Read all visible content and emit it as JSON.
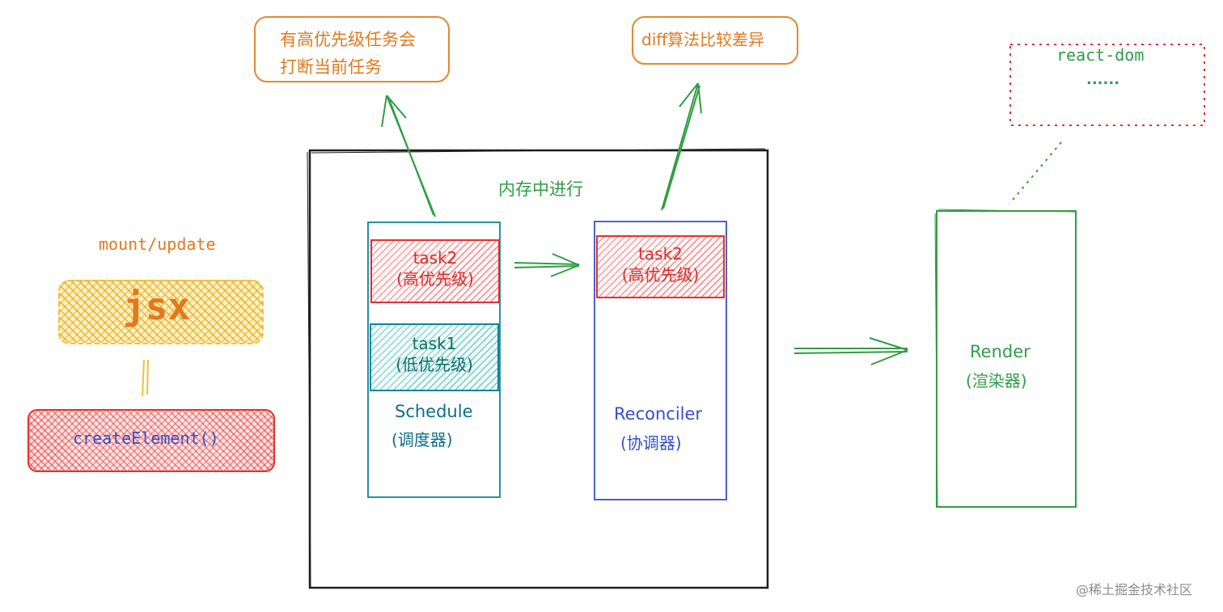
{
  "callouts": {
    "interrupt_line1": "有高优先级任务会",
    "interrupt_line2": "打断当前任务",
    "diff": "diff算法比较差异",
    "react_dom_line1": "react-dom",
    "react_dom_line2": "......"
  },
  "left": {
    "mount_update": "mount/update",
    "jsx": "jsx",
    "create_element": "createElement()"
  },
  "memory_box": {
    "label": "内存中进行"
  },
  "scheduler": {
    "task2_name": "task2",
    "task2_priority": "(高优先级)",
    "task1_name": "task1",
    "task1_priority": "(低优先级)",
    "name": "Schedule",
    "cn": "(调度器)"
  },
  "reconciler": {
    "task2_name": "task2",
    "task2_priority": "(高优先级)",
    "name": "Reconciler",
    "cn": "(协调器)"
  },
  "renderer": {
    "name": "Render",
    "cn": "(渲染器)"
  },
  "watermark": "@稀土掘金技术社区",
  "colors": {
    "orange": "#e07a1f",
    "green": "#2f9e44",
    "red": "#e03131",
    "teal": "#0c8599",
    "blue": "#364fc7",
    "dark": "#1e1e1e"
  }
}
